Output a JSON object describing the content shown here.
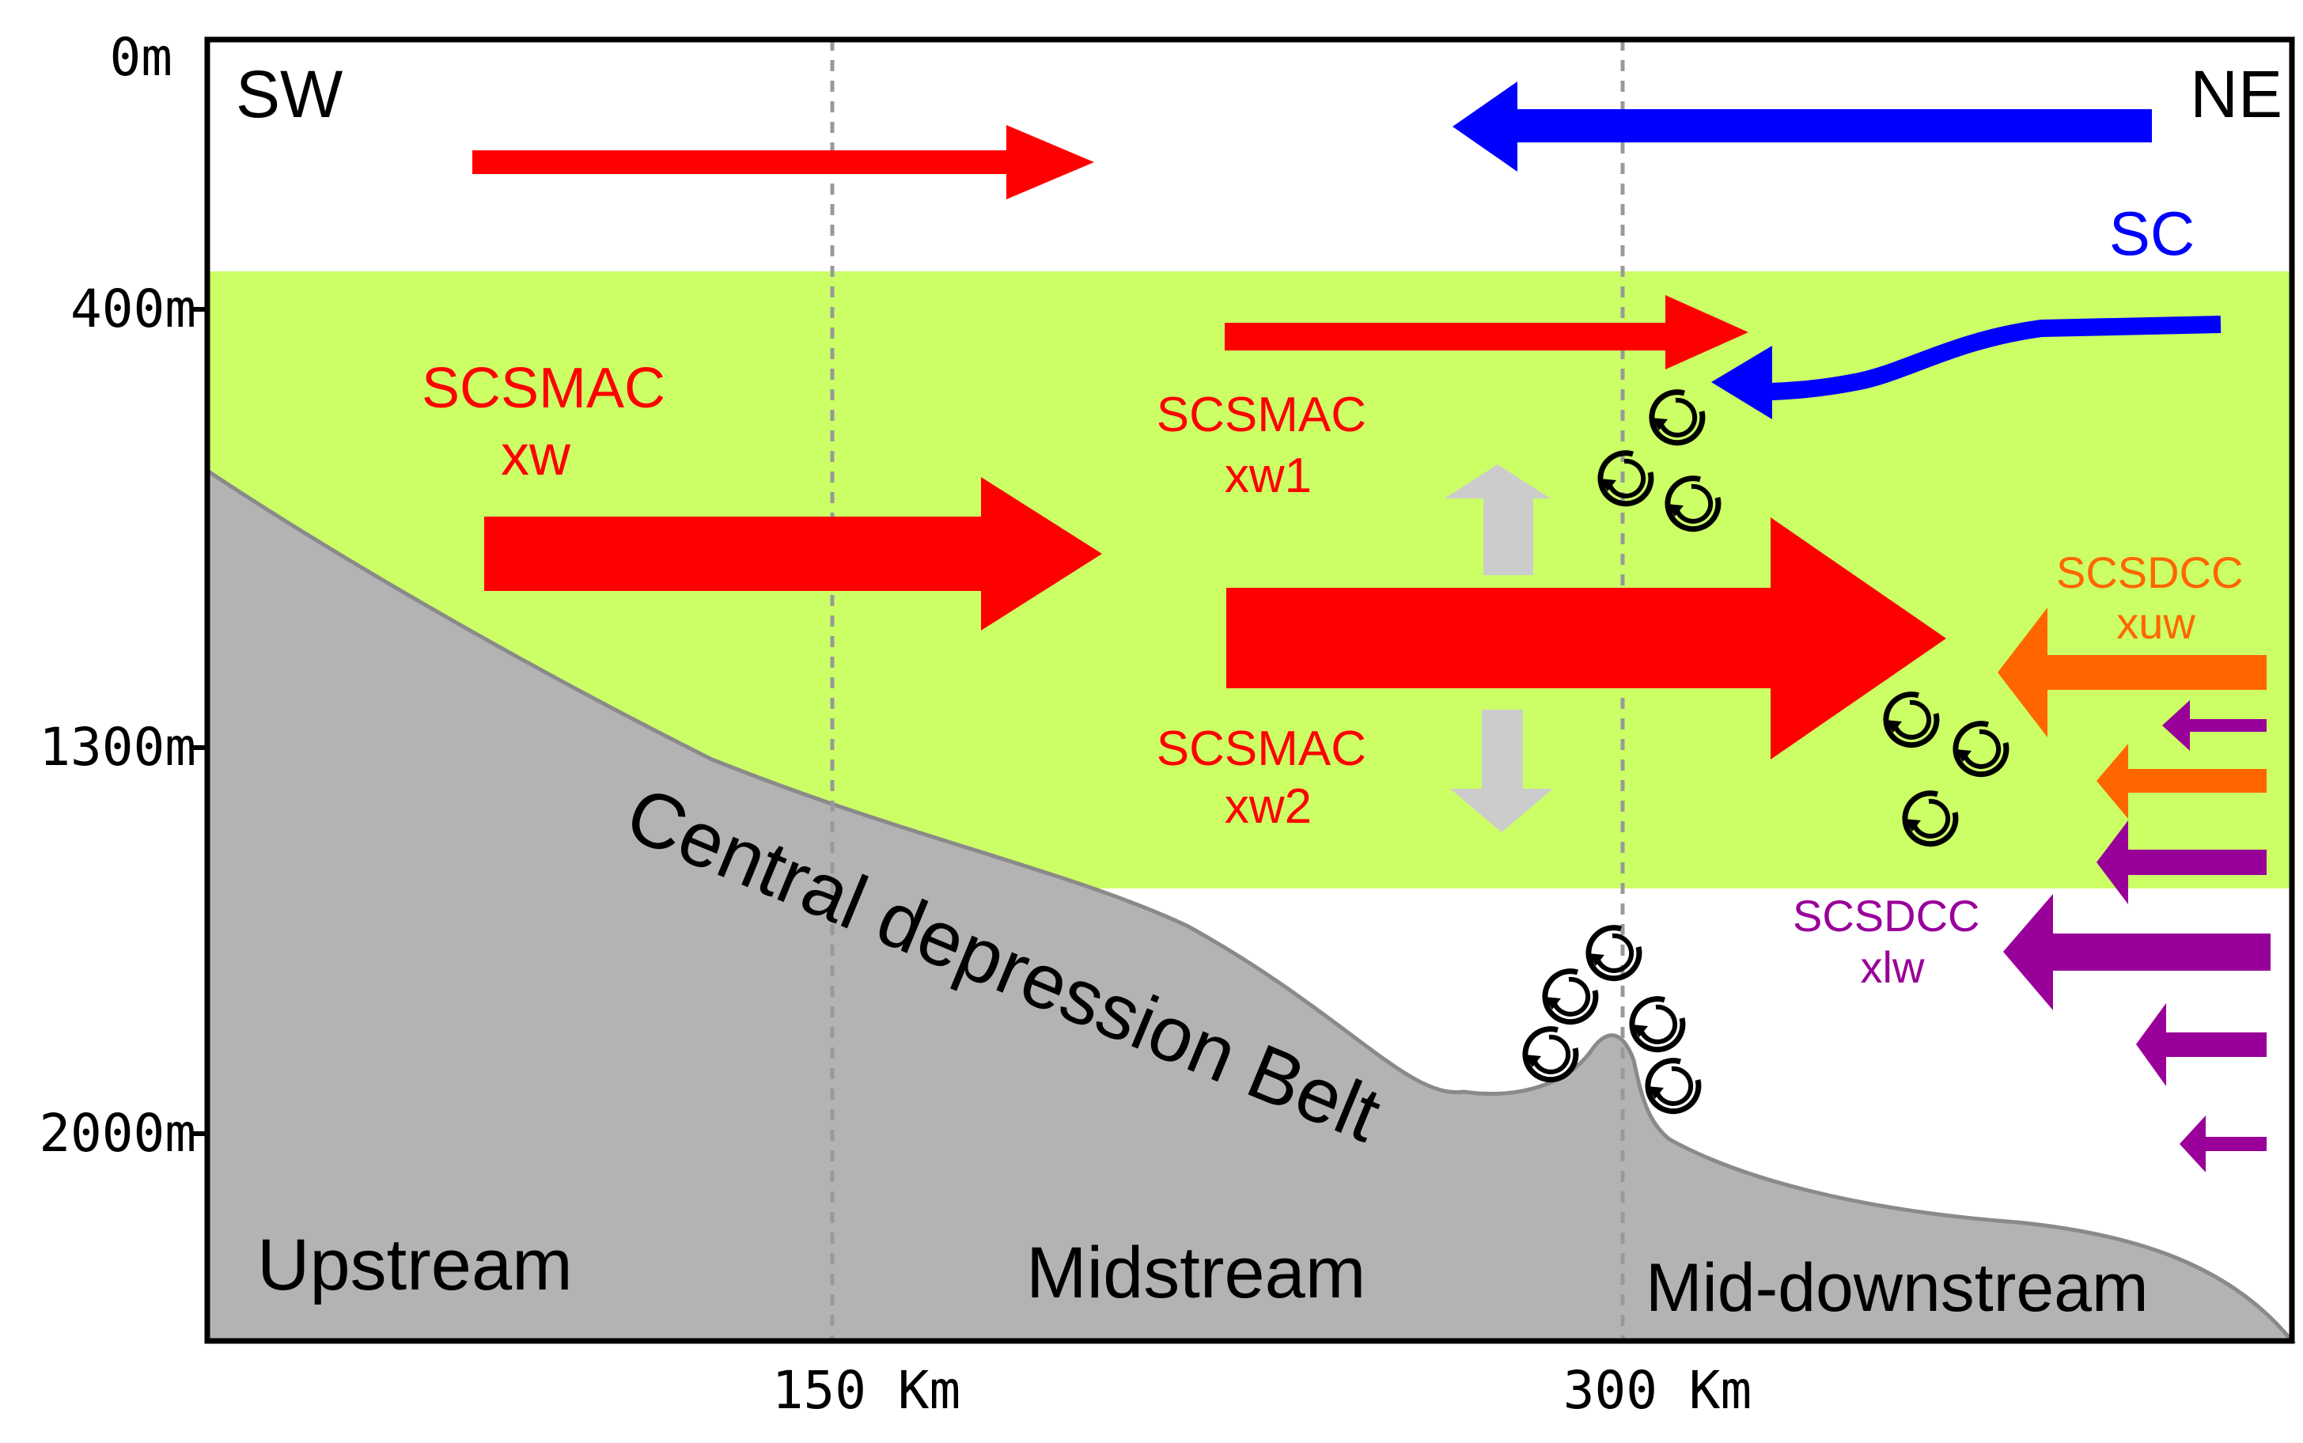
{
  "orientation": {
    "left": "SW",
    "right": "NE"
  },
  "depth_ticks": [
    "0m",
    "400m",
    "1300m",
    "2000m"
  ],
  "distance_ticks": [
    "150 Km",
    "300 Km"
  ],
  "currents": {
    "sc": "SC",
    "scsmac_xw": [
      "SCSMAC",
      "xw"
    ],
    "scsmac_xw1": [
      "SCSMAC",
      "xw1"
    ],
    "scsmac_xw2": [
      "SCSMAC",
      "xw2"
    ],
    "scsdcc_xuw": [
      "SCSDCC",
      "xuw"
    ],
    "scsdcc_xlw": [
      "SCSDCC",
      "xlw"
    ]
  },
  "terrain_label": "Central depression Belt",
  "zones": [
    "Upstream",
    "Midstream",
    "Mid-downstream"
  ],
  "colors": {
    "intermediate_layer": "#ccff66",
    "seafloor": "#b3b3b3",
    "scsmac": "#ff0000",
    "sc": "#0000ff",
    "scsdcc_xuw": "#ff6600",
    "scsdcc_xlw": "#990099",
    "vertical_exchange": "#cccccc",
    "eddy": "#000000"
  },
  "icons": [
    "eddy-icon",
    "current-arrow-icon",
    "vertical-exchange-arrow-icon"
  ]
}
